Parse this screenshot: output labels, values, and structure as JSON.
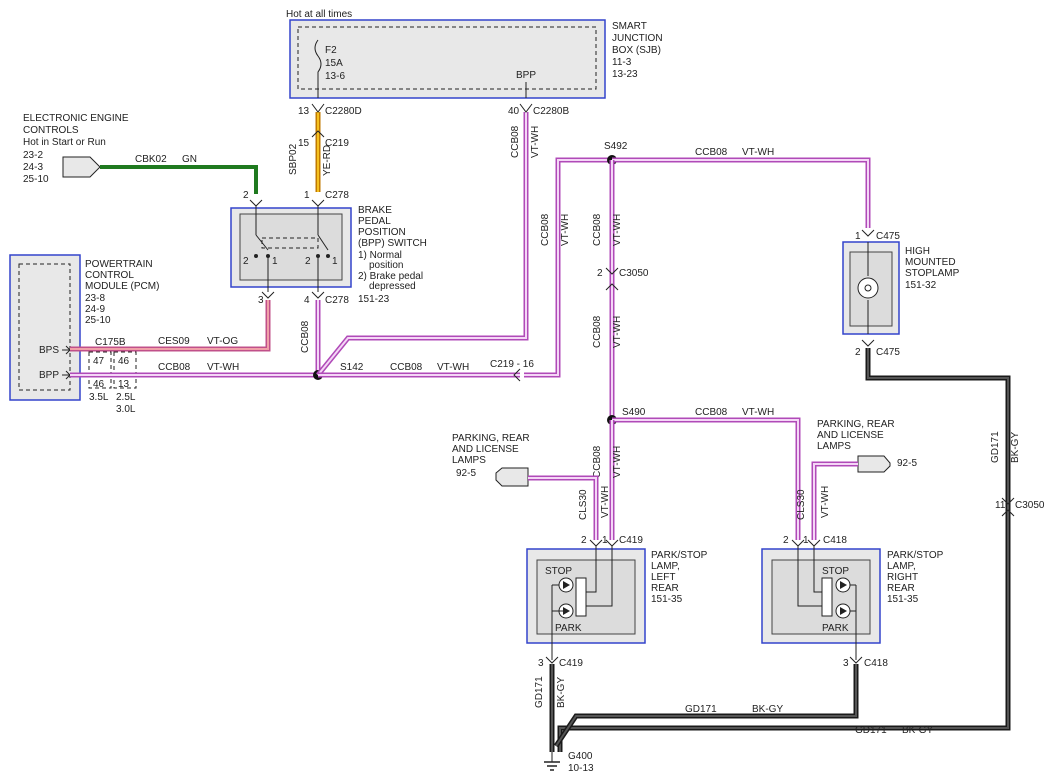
{
  "top_label": "Hot at all times",
  "sjb": {
    "title": [
      "SMART",
      "JUNCTION",
      "BOX (SJB)",
      "11-3",
      "13-23"
    ],
    "fuse": [
      "F2",
      "15A",
      "13-6"
    ],
    "bpp_label": "BPP",
    "pin13": "13",
    "conn13": "C2280D",
    "pin40": "40",
    "conn40": "C2280B"
  },
  "eec": {
    "title": [
      "ELECTRONIC ENGINE",
      "CONTROLS",
      "Hot in Start or Run",
      "23-2",
      "24-3",
      "25-10"
    ],
    "wire": "CBK02",
    "color": "GN"
  },
  "c219": {
    "pin": "15",
    "conn": "C219",
    "circuit": "SBP02",
    "color": "YE-RD"
  },
  "bpp_switch": {
    "title": [
      "BRAKE",
      "PEDAL",
      "POSITION",
      "(BPP) SWITCH",
      "1) Normal",
      "position",
      "2) Brake pedal",
      "depressed",
      "151-23"
    ],
    "pin2": "2",
    "pin1": "1",
    "conn_top": "C278",
    "in_2a": "2",
    "in_1a": "1",
    "in_2b": "2",
    "in_1b": "1",
    "pin3": "3",
    "pin4": "4",
    "conn_bot": "C278"
  },
  "pcm": {
    "title": [
      "POWERTRAIN",
      "CONTROL",
      "MODULE (PCM)",
      "23-8",
      "24-9",
      "25-10"
    ],
    "bps": "BPS",
    "bpp": "BPP",
    "conn": "C175B",
    "pins": [
      "47",
      "46",
      "46",
      "13"
    ],
    "engines": [
      "3.5L",
      "2.5L",
      "3.0L"
    ]
  },
  "wires": {
    "ces09": "CES09",
    "vtog": "VT-OG",
    "ccb08": "CCB08",
    "vtwh": "VT-WH",
    "cls30": "CLS30",
    "gd171": "GD171",
    "bkgy": "BK-GY"
  },
  "splices": {
    "s142": "S142",
    "s492": "S492",
    "s490": "S490"
  },
  "c219_16": "C219 - 16",
  "c3050": {
    "pin2": "2",
    "conn": "C3050",
    "pin11": "11"
  },
  "hmsl": {
    "title": [
      "HIGH",
      "MOUNTED",
      "STOPLAMP",
      "151-32"
    ],
    "pin1": "1",
    "conn_top": "C475",
    "pin2": "2",
    "conn_bot": "C475"
  },
  "left_lamp": {
    "title": [
      "PARK/STOP",
      "LAMP,",
      "LEFT",
      "REAR",
      "151-35"
    ],
    "stop": "STOP",
    "park": "PARK",
    "pin2": "2",
    "pin1": "1",
    "conn": "C419",
    "pin3": "3"
  },
  "right_lamp": {
    "title": [
      "PARK/STOP",
      "LAMP,",
      "RIGHT",
      "REAR",
      "151-35"
    ],
    "stop": "STOP",
    "park": "PARK",
    "pin2": "2",
    "pin1": "1",
    "conn": "C418",
    "pin3": "3"
  },
  "parking_left": {
    "title": [
      "PARKING, REAR",
      "AND LICENSE",
      "LAMPS"
    ],
    "ref": "92-5"
  },
  "parking_right": {
    "title": [
      "PARKING, REAR",
      "AND LICENSE",
      "LAMPS"
    ],
    "ref": "92-5"
  },
  "ground": {
    "name": "G400",
    "ref": "10-13"
  }
}
